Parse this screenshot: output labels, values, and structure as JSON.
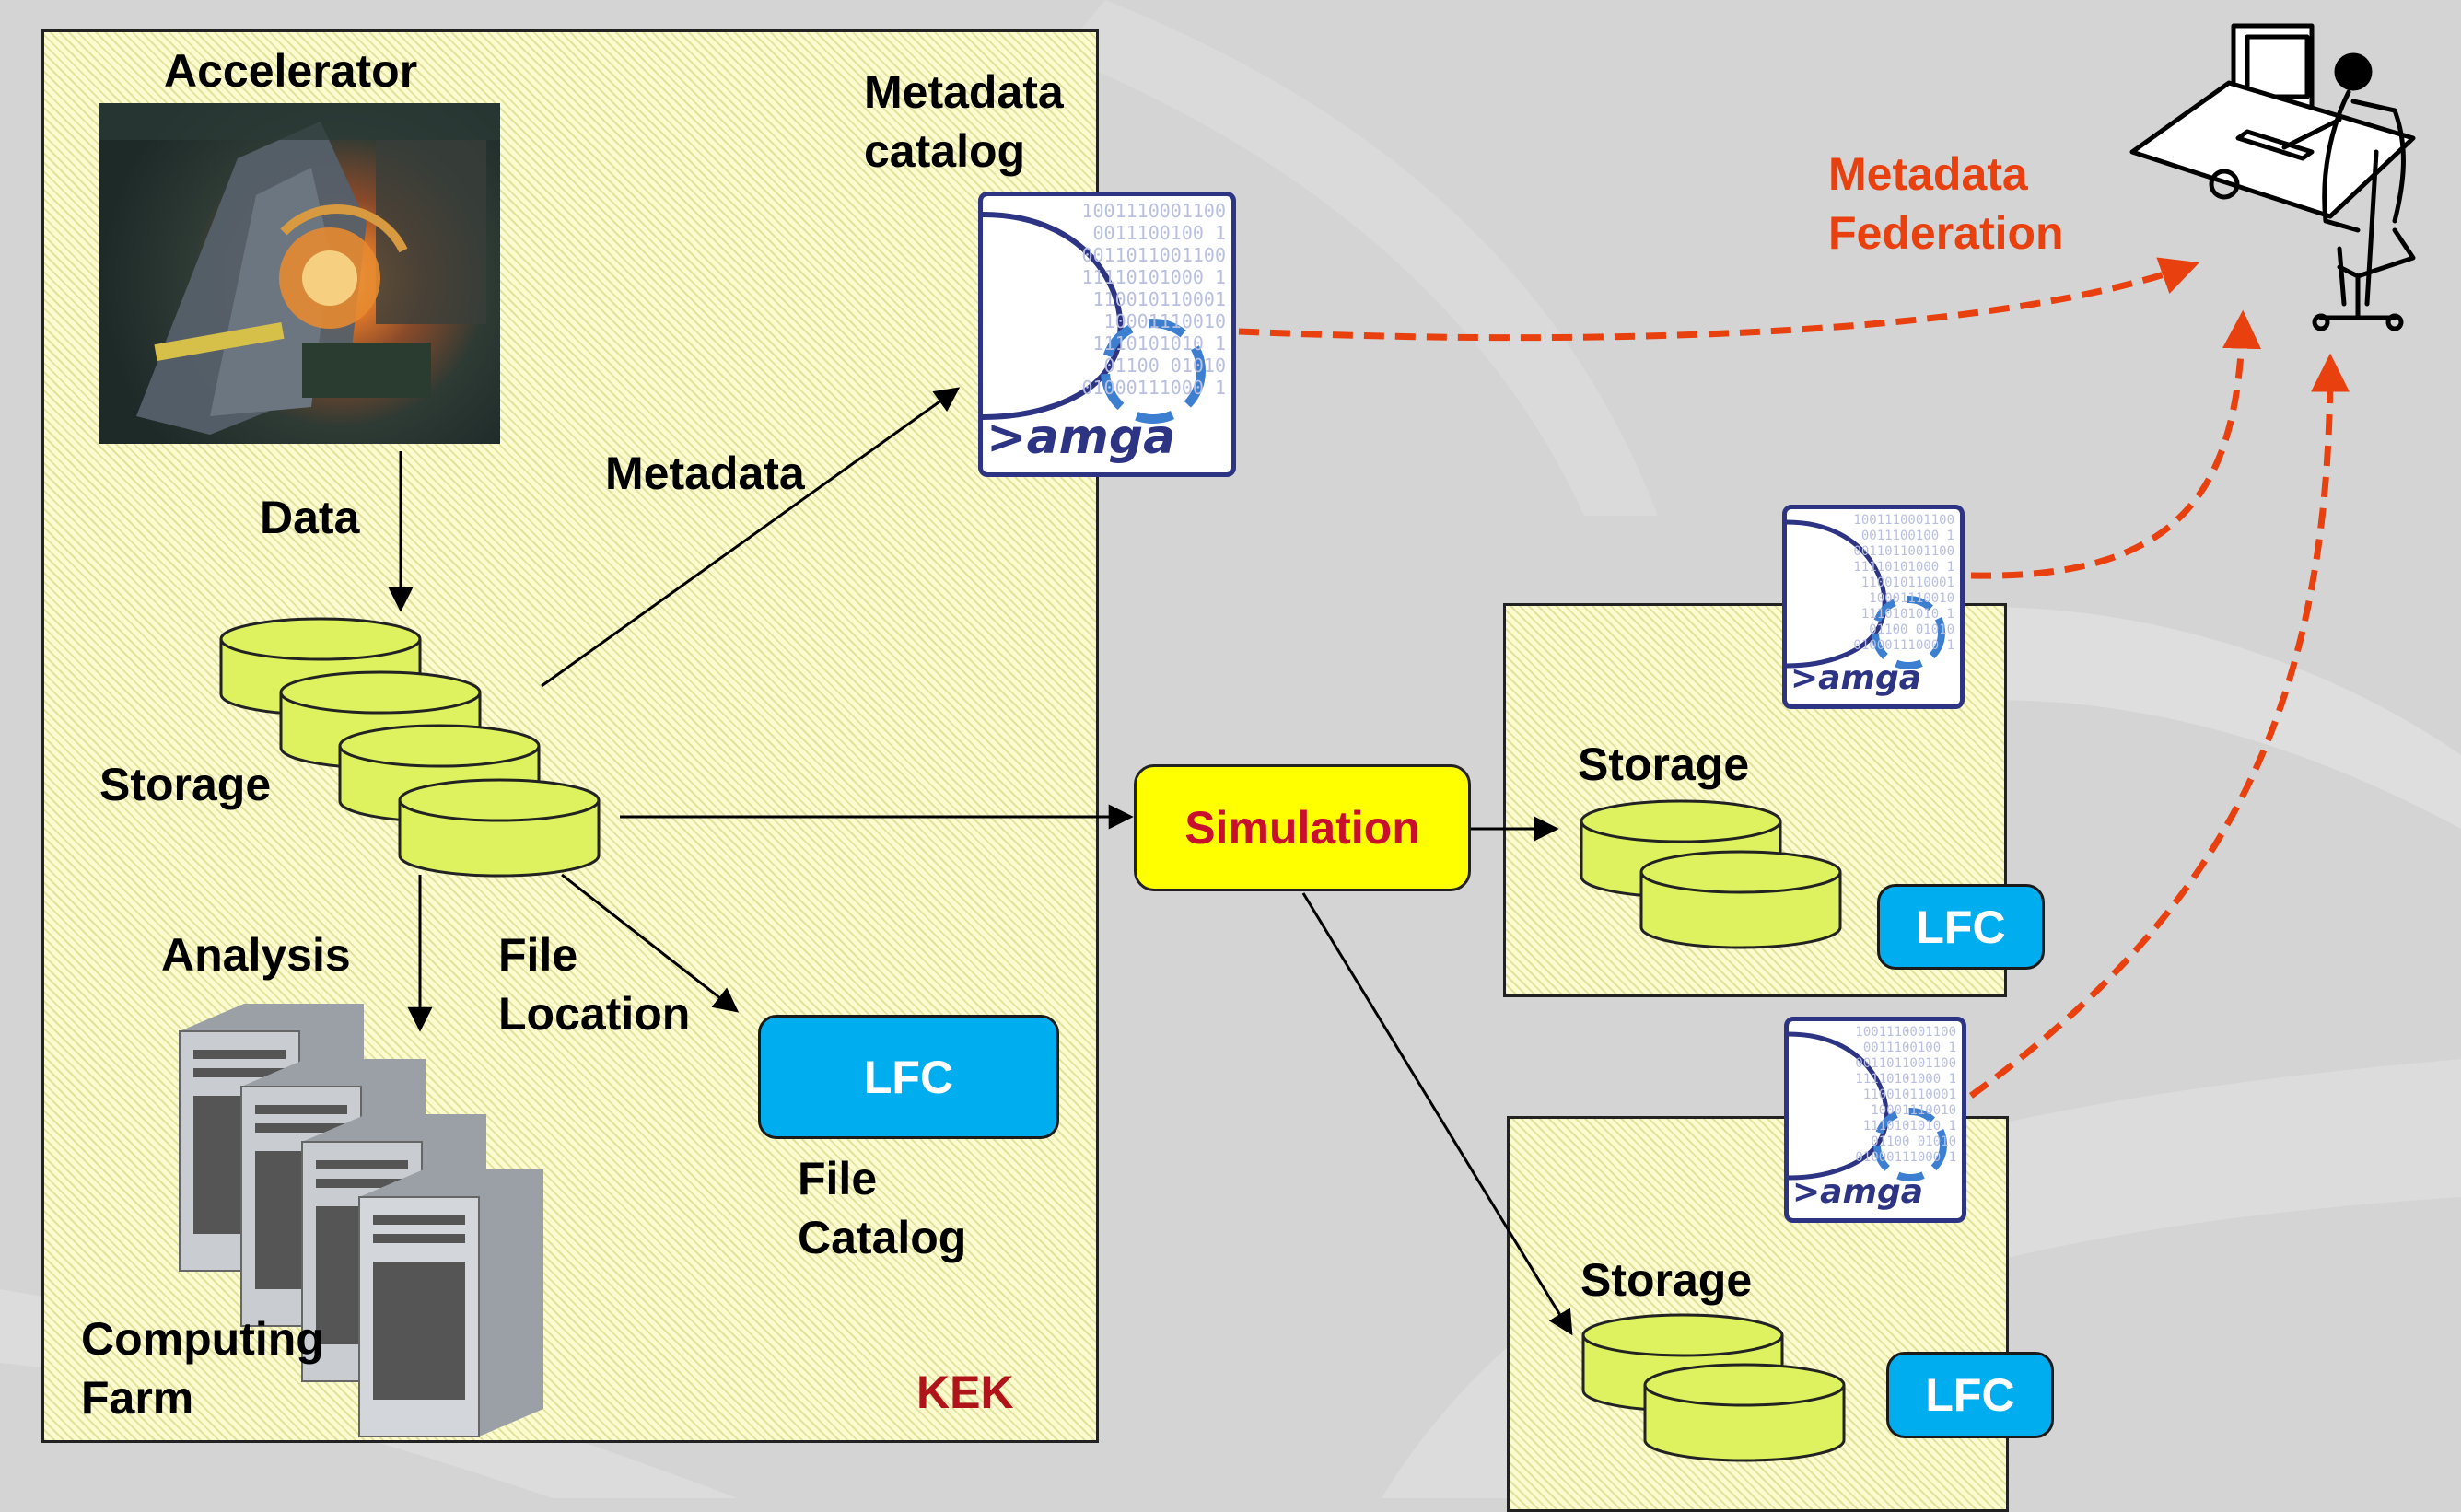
{
  "colors": {
    "background": "#d4d4d4",
    "zone_fill": "#fbfbcf",
    "storage_fill": "#ddf25e",
    "lfc_fill": "#00aeef",
    "simulation_fill": "#ffff00",
    "simulation_text": "#c8102e",
    "federation_arrow": "#e8400f",
    "amga_blue": "#2d3483"
  },
  "kek": {
    "accelerator_label": "Accelerator",
    "data_label": "Data",
    "storage_label": "Storage",
    "analysis_label": "Analysis",
    "computing_farm_label_line1": "Computing",
    "computing_farm_label_line2": "Farm",
    "metadata_label": "Metadata",
    "metadata_catalog_label_line1": "Metadata",
    "metadata_catalog_label_line2": "catalog",
    "file_location_label_line1": "File",
    "file_location_label_line2": "Location",
    "lfc_label": "LFC",
    "file_catalog_label_line1": "File",
    "file_catalog_label_line2": "Catalog",
    "site_label": "KEK"
  },
  "simulation": {
    "label": "Simulation"
  },
  "remote_sites": [
    {
      "storage_label": "Storage",
      "lfc_label": "LFC"
    },
    {
      "storage_label": "Storage",
      "lfc_label": "LFC"
    }
  ],
  "federation": {
    "label_line1": "Metadata",
    "label_line2": "Federation"
  },
  "amga_logo": {
    "wordmark": ">amga",
    "bits_text": "1001110001100\n0011100100 1\n0011011001100\n11110101000 1\n110010110001\n10001110010\n1110101010 1\n01100 01010\n01000111000 1"
  },
  "icons": [
    "amga-logo-icon",
    "server-icon",
    "user-at-computer-icon",
    "accelerator-photo"
  ]
}
